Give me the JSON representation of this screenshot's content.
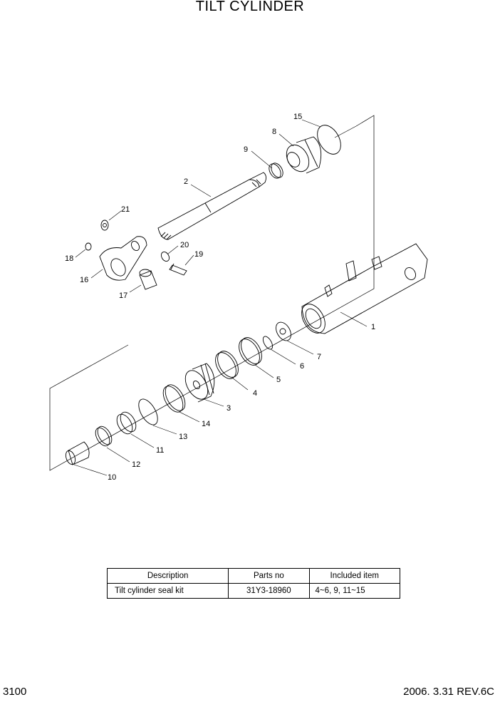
{
  "title": "TILT CYLINDER",
  "callouts": {
    "p1": "1",
    "p2": "2",
    "p3": "3",
    "p4": "4",
    "p5": "5",
    "p6": "6",
    "p7": "7",
    "p8": "8",
    "p9": "9",
    "p10": "10",
    "p11": "11",
    "p12": "12",
    "p13": "13",
    "p14": "14",
    "p15": "15",
    "p16": "16",
    "p17": "17",
    "p18": "18",
    "p19": "19",
    "p20": "20",
    "p21": "21"
  },
  "table": {
    "headers": [
      "Description",
      "Parts no",
      "Included item"
    ],
    "rows": [
      [
        "Tilt cylinder seal kit",
        "31Y3-18960",
        "4~6, 9, 11~15"
      ]
    ]
  },
  "footer": {
    "page": "3100",
    "revision": "2006. 3.31  REV.6C"
  }
}
